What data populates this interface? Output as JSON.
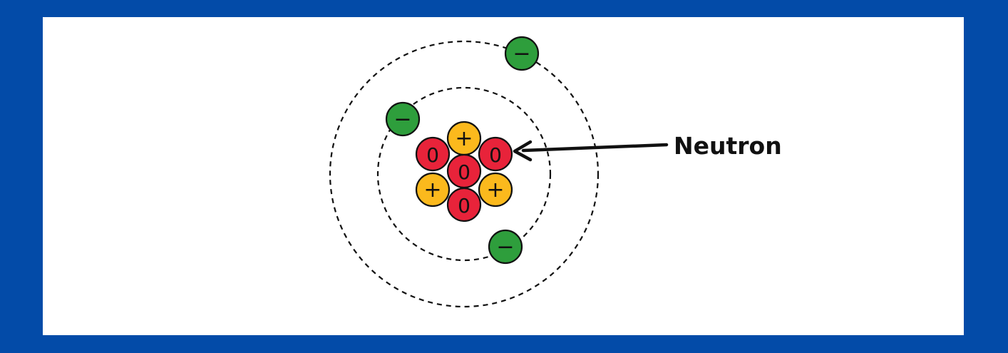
{
  "colors": {
    "frame": "#034ba8",
    "background": "#ffffff",
    "neutron": "#e8233a",
    "proton": "#fbb91d",
    "electron": "#2e9e3c",
    "outline": "#111111"
  },
  "symbols": {
    "neutron": "0",
    "proton": "+",
    "electron": "−"
  },
  "nucleus": {
    "neutrons": 4,
    "protons": 3
  },
  "electrons": {
    "inner_shell": 2,
    "outer_shell": 1
  },
  "callout": {
    "label": "Neutron"
  }
}
